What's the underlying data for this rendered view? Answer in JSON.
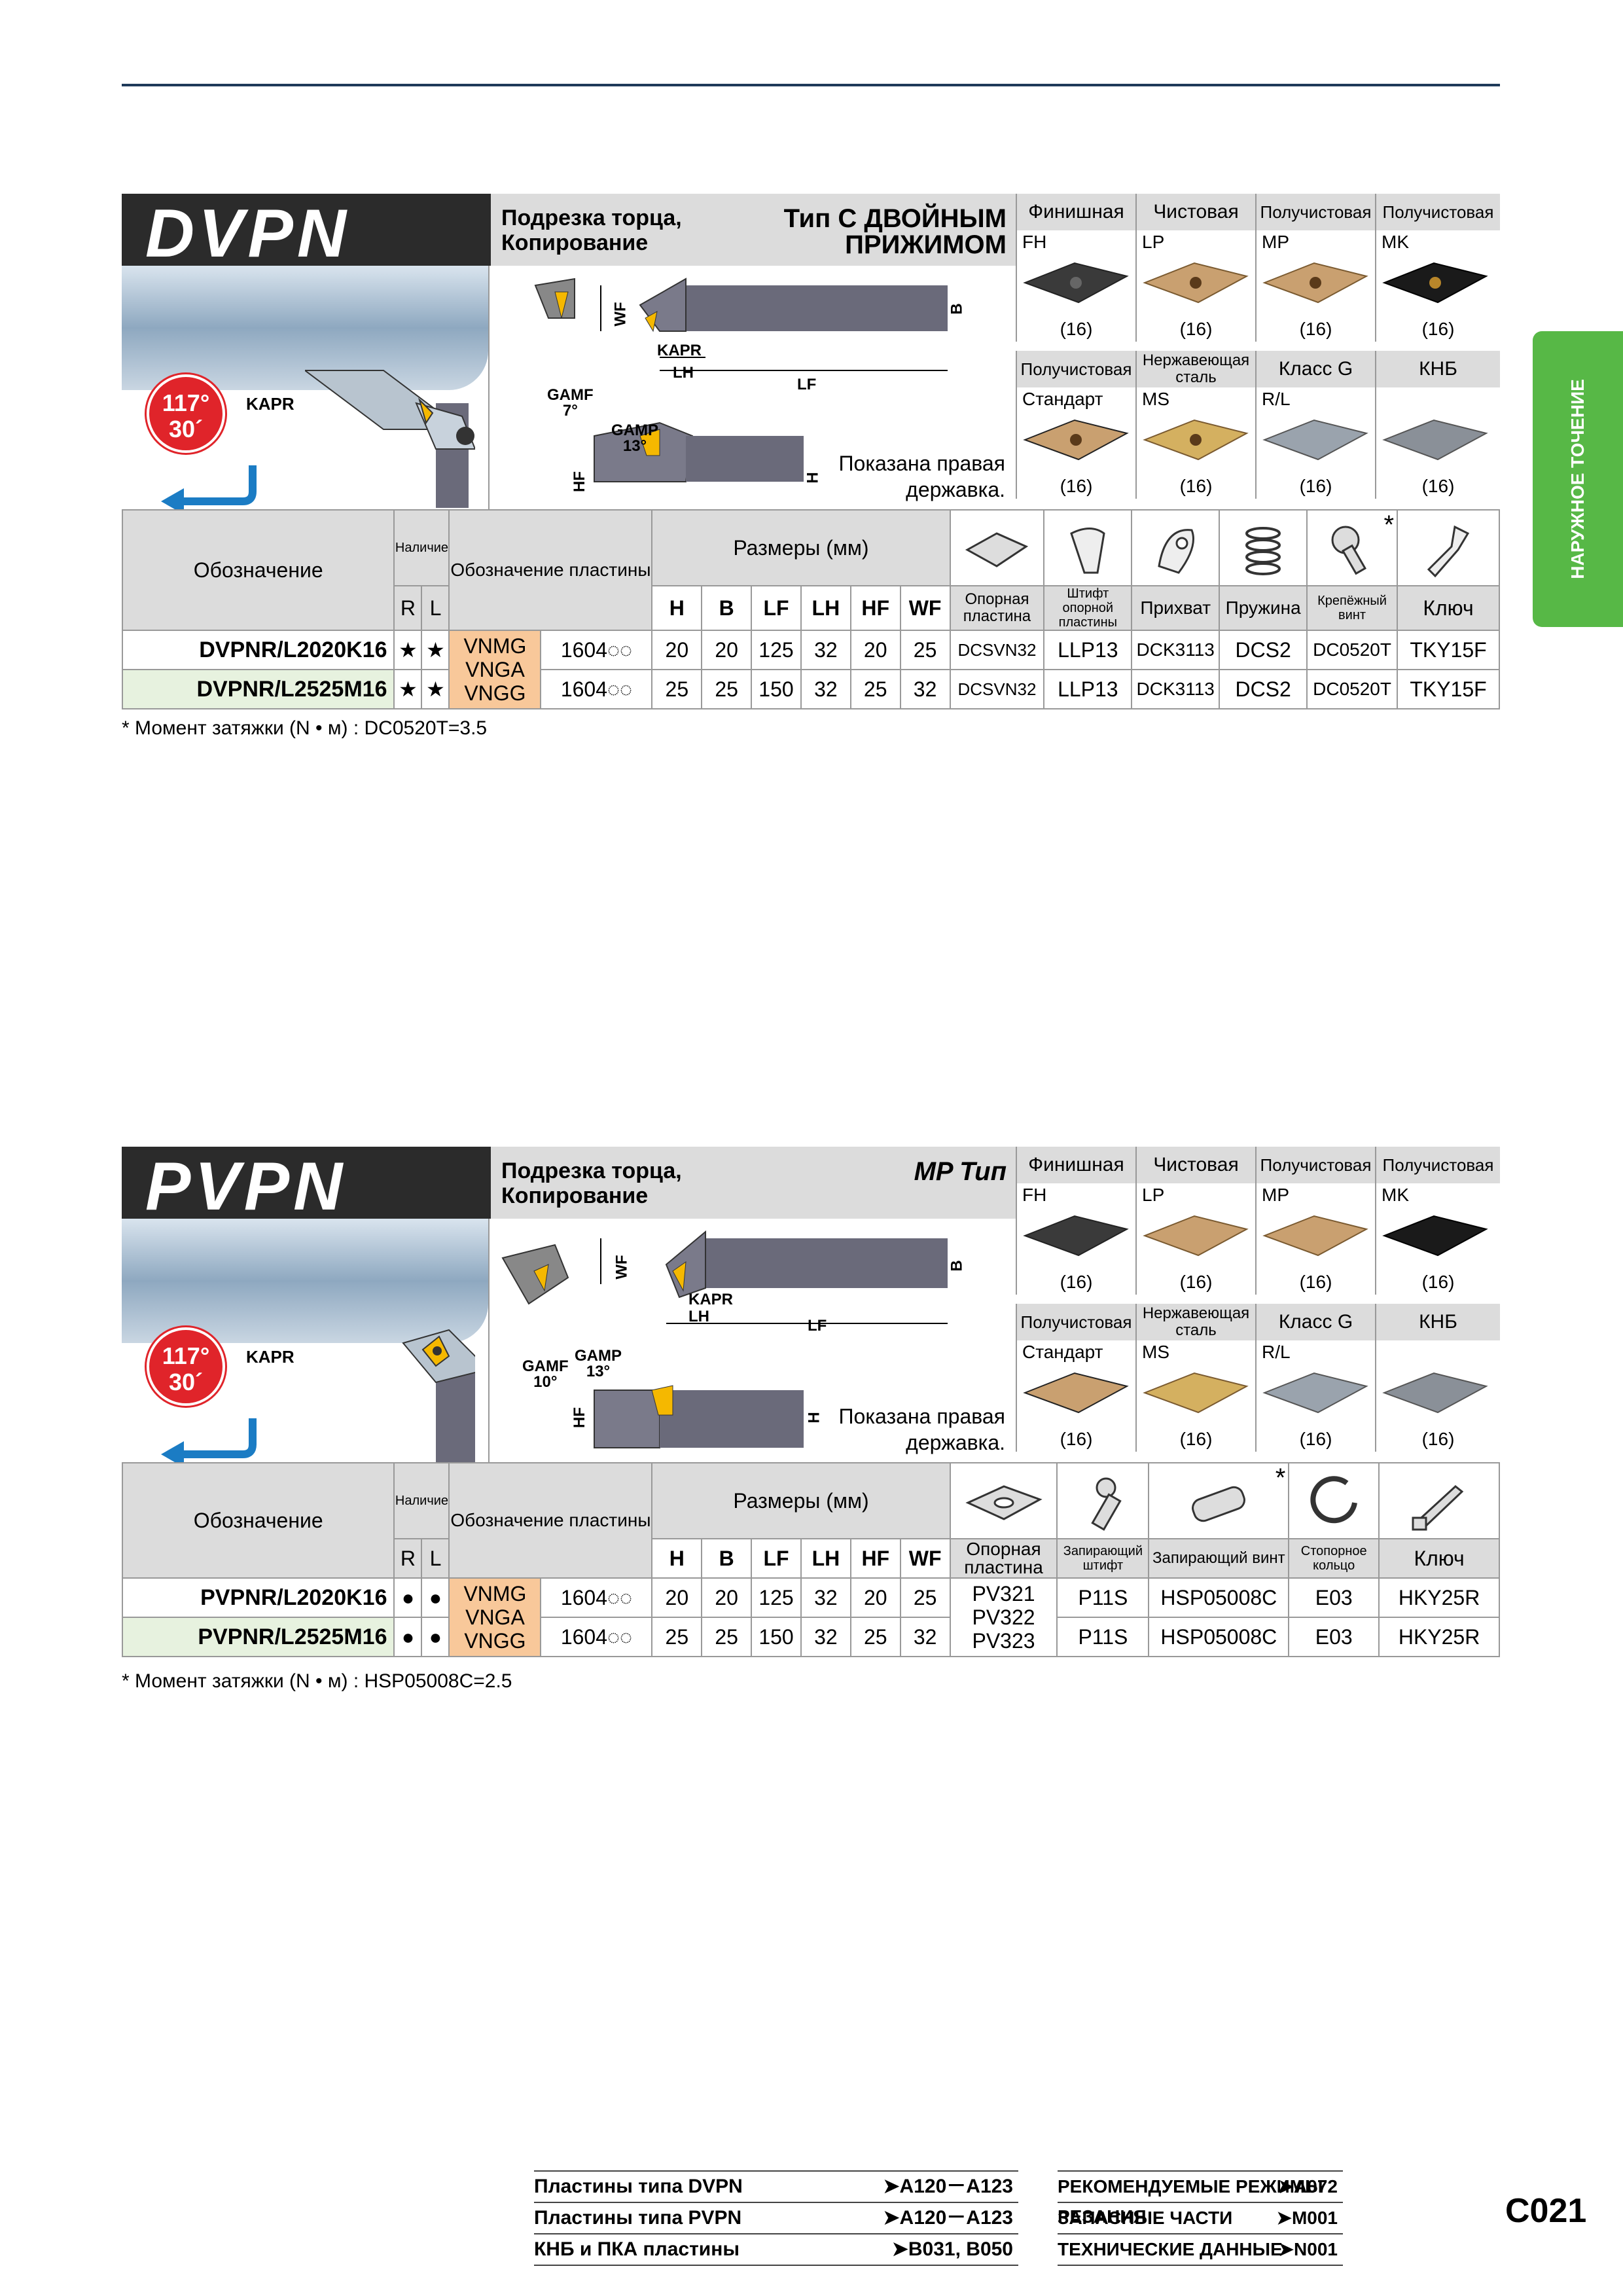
{
  "side_tab": "НАРУЖНОЕ ТОЧЕНИЕ",
  "page_number": "C021",
  "sections": [
    {
      "name": "DVPN",
      "operation": "Подрезка торца, Копирование",
      "operation_line1": "Подрезка торца,",
      "operation_line2": "Копирование",
      "type_line1": "Тип С ДВОЙНЫМ",
      "type_line2": "ПРИЖИМОМ",
      "angle_deg": "117°",
      "angle_min": "30´",
      "kapr": "KAPR",
      "gamf": "GAMF",
      "gamf_val": "7°",
      "gamp": "GAMP",
      "gamp_val": "13°",
      "dims": {
        "wf": "WF",
        "b": "B",
        "lh": "LH",
        "lf": "LF",
        "hf": "HF",
        "h": "H"
      },
      "shown_line1": "Показана правая",
      "shown_line2": "державка.",
      "inserts_row1": [
        {
          "label": "Финишная",
          "code": "FH",
          "qty": "(16)",
          "color": "#3a3a3a"
        },
        {
          "label": "Чистовая",
          "code": "LP",
          "qty": "(16)",
          "color": "#c9a070"
        },
        {
          "label": "Получистовая",
          "code": "MP",
          "qty": "(16)",
          "color": "#c9a070"
        },
        {
          "label": "Получистовая",
          "code": "MK",
          "qty": "(16)",
          "color": "#1a1a1a"
        }
      ],
      "inserts_row2": [
        {
          "label": "Получистовая",
          "code": "Стандарт",
          "qty": "(16)",
          "color": "#c9a070"
        },
        {
          "label": "Нержавеющая сталь",
          "code": "MS",
          "qty": "(16)",
          "color": "#d4b060"
        },
        {
          "label": "Класс G",
          "code": "R/L",
          "qty": "(16)",
          "color": "#9aa3ad"
        },
        {
          "label": "КНБ",
          "code": "",
          "qty": "(16)",
          "color": "#8a9098"
        }
      ],
      "headers": {
        "designation": "Обозначение",
        "availability": "Наличие",
        "r": "R",
        "l": "L",
        "insert_designation": "Обозначение пластины",
        "sizes": "Размеры (мм)",
        "h": "H",
        "b": "B",
        "lf": "LF",
        "lh": "LH",
        "hf": "HF",
        "wf": "WF",
        "parts": [
          "Опорная пластина",
          "Штифт опорной пластины",
          "Прихват",
          "Пружина",
          "Крепёжный винт",
          "Ключ"
        ]
      },
      "insert_codes": [
        "VNMG",
        "VNGA",
        "VNGG"
      ],
      "rows": [
        {
          "des": "DVPNR/L2020K16",
          "r": "★",
          "l": "★",
          "ins": "1604◌◌",
          "h": "20",
          "b": "20",
          "lf": "125",
          "lh": "32",
          "hf": "20",
          "wf": "25",
          "p": [
            "DCSVN32",
            "LLP13",
            "DCK3113",
            "DCS2",
            "DC0520T",
            "TKY15F"
          ]
        },
        {
          "des": "DVPNR/L2525M16",
          "r": "★",
          "l": "★",
          "ins": "1604◌◌",
          "h": "25",
          "b": "25",
          "lf": "150",
          "lh": "32",
          "hf": "25",
          "wf": "32",
          "p": [
            "DCSVN32",
            "LLP13",
            "DCK3113",
            "DCS2",
            "DC0520T",
            "TKY15F"
          ]
        }
      ],
      "note": "Момент затяжки (N • м) : DC0520T=3.5"
    },
    {
      "name": "PVPN",
      "operation": "Подрезка торца, Копирование",
      "operation_line1": "Подрезка торца,",
      "operation_line2": "Копирование",
      "type_line1": "MP Тип",
      "type_line2": "",
      "angle_deg": "117°",
      "angle_min": "30´",
      "kapr": "KAPR",
      "gamf": "GAMF",
      "gamf_val": "10°",
      "gamp": "GAMP",
      "gamp_val": "13°",
      "dims": {
        "wf": "WF",
        "b": "B",
        "lh": "LH",
        "lf": "LF",
        "hf": "HF",
        "h": "H"
      },
      "shown_line1": "Показана правая",
      "shown_line2": "державка.",
      "inserts_row1": [
        {
          "label": "Финишная",
          "code": "FH",
          "qty": "(16)",
          "color": "#3a3a3a"
        },
        {
          "label": "Чистовая",
          "code": "LP",
          "qty": "(16)",
          "color": "#c9a070"
        },
        {
          "label": "Получистовая",
          "code": "MP",
          "qty": "(16)",
          "color": "#c9a070"
        },
        {
          "label": "Получистовая",
          "code": "MK",
          "qty": "(16)",
          "color": "#1a1a1a"
        }
      ],
      "inserts_row2": [
        {
          "label": "Получистовая",
          "code": "Стандарт",
          "qty": "(16)",
          "color": "#c9a070"
        },
        {
          "label": "Нержавеющая сталь",
          "code": "MS",
          "qty": "(16)",
          "color": "#d4b060"
        },
        {
          "label": "Класс G",
          "code": "R/L",
          "qty": "(16)",
          "color": "#9aa3ad"
        },
        {
          "label": "КНБ",
          "code": "",
          "qty": "(16)",
          "color": "#8a9098"
        }
      ],
      "headers": {
        "designation": "Обозначение",
        "availability": "Наличие",
        "r": "R",
        "l": "L",
        "insert_designation": "Обозначение пластины",
        "sizes": "Размеры (мм)",
        "h": "H",
        "b": "B",
        "lf": "LF",
        "lh": "LH",
        "hf": "HF",
        "wf": "WF",
        "parts": [
          "Опорная пластина",
          "Запирающий штифт",
          "Запирающий винт",
          "Стопорное кольцо",
          "Ключ"
        ]
      },
      "insert_codes": [
        "VNMG",
        "VNGA",
        "VNGG"
      ],
      "support_plates": [
        "PV321",
        "PV322",
        "PV323"
      ],
      "rows": [
        {
          "des": "PVPNR/L2020K16",
          "r": "●",
          "l": "●",
          "ins": "1604◌◌",
          "h": "20",
          "b": "20",
          "lf": "125",
          "lh": "32",
          "hf": "20",
          "wf": "25",
          "p": [
            "P11S",
            "HSP05008C",
            "E03",
            "HKY25R"
          ]
        },
        {
          "des": "PVPNR/L2525M16",
          "r": "●",
          "l": "●",
          "ins": "1604◌◌",
          "h": "25",
          "b": "25",
          "lf": "150",
          "lh": "32",
          "hf": "25",
          "wf": "32",
          "p": [
            "P11S",
            "HSP05008C",
            "E03",
            "HKY25R"
          ]
        }
      ],
      "note": "Момент затяжки (N • м) : HSP05008C=2.5"
    }
  ],
  "footer_left": [
    {
      "label": "Пластины типа DVPN",
      "ref": "➤A120－A123"
    },
    {
      "label": "Пластины типа PVPN",
      "ref": "➤A120－A123"
    },
    {
      "label": "КНБ и ПКА пластины",
      "ref": "➤B031, B050"
    }
  ],
  "footer_right": [
    {
      "label": "РЕКОМЕНДУЕМЫЕ РЕЖИМЫ РЕЗАНИЯ",
      "ref": "➤A072"
    },
    {
      "label": "ЗАПАСНЫЕ ЧАСТИ",
      "ref": "➤M001"
    },
    {
      "label": "ТЕХНИЧЕСКИЕ ДАННЫЕ",
      "ref": "➤N001"
    }
  ],
  "star_mark": "*"
}
